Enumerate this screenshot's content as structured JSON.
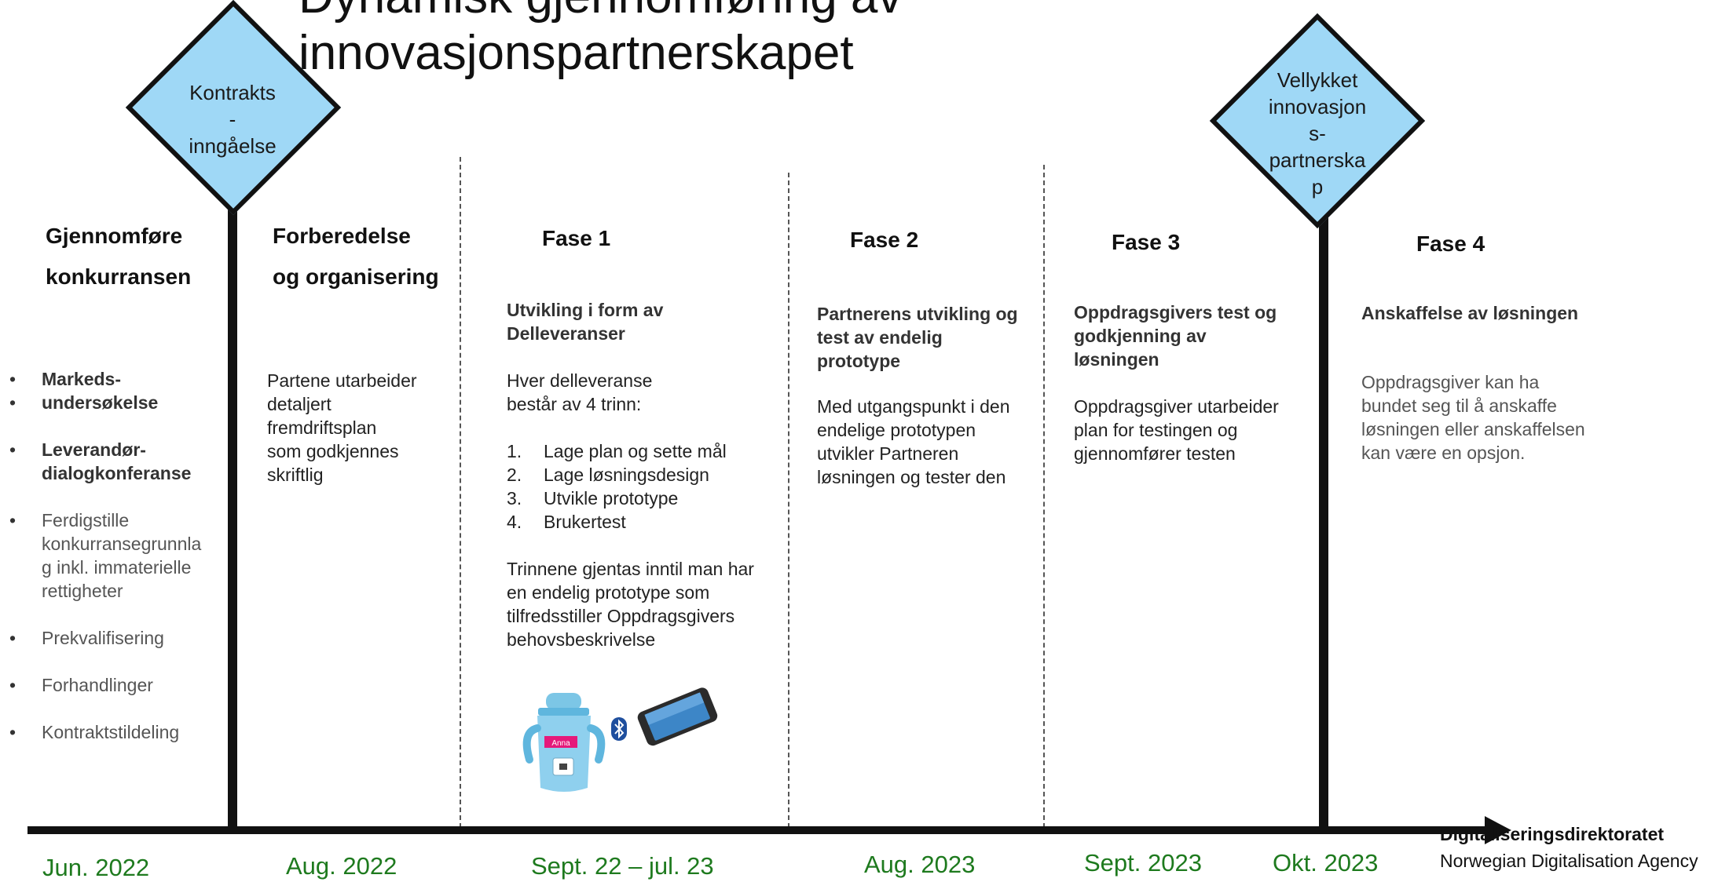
{
  "title": {
    "line1": "Dynamisk gjennomføring av",
    "line2": "innovasjonspartnerskapet"
  },
  "milestones": {
    "contract": "Kontrakts\n-\ninngåelse",
    "success": "Vellykket\ninnovasjon\ns-\npartnerska\np"
  },
  "columns": {
    "col1": {
      "title_line1": "Gjennomføre",
      "title_line2": "konkurransen",
      "bullets": [
        "Markeds-",
        "undersøkelse",
        "Leverandør-",
        "dialogkonferanse",
        "Ferdigstille",
        "konkurransegrunnla",
        "g inkl. immaterielle",
        "rettigheter",
        "Prekvalifisering",
        "Forhandlinger",
        "Kontraktstildeling"
      ]
    },
    "col2": {
      "title_line1": "Forberedelse",
      "title_line2": "og organisering",
      "text": "Partene utarbeider\ndetaljert\nfremdriftsplan\nsom godkjennes\nskriftlig"
    },
    "col3": {
      "title": "Fase 1",
      "subtitle": "Utvikling i form av\nDelleveranser",
      "intro": "Hver delleveranse\nbestår av 4 trinn:",
      "steps": [
        {
          "num": "1.",
          "text": "Lage plan og sette mål"
        },
        {
          "num": "2.",
          "text": "Lage løsningsdesign"
        },
        {
          "num": "3.",
          "text": "Utvikle prototype"
        },
        {
          "num": "4.",
          "text": "Brukertest"
        }
      ],
      "outro": "Trinnene gjentas inntil man har\nen endelig prototype som\ntilfredsstiller Oppdragsgivers\nbehovsbeskrivelse",
      "cup_label": "Anna"
    },
    "col4": {
      "title": "Fase 2",
      "subtitle": "Partnerens utvikling og\ntest av endelig\nprototype",
      "text": "Med utgangspunkt i den\nendelige prototypen\nutvikler Partneren\nløsningen og tester den"
    },
    "col5": {
      "title": "Fase 3",
      "subtitle": "Oppdragsgivers test og\ngodkjenning av\nløsningen",
      "text": "Oppdragsgiver utarbeider\nplan for testingen og\ngjennomfører testen"
    },
    "col6": {
      "title": "Fase 4",
      "subtitle": "Anskaffelse av løsningen",
      "text": "Oppdragsgiver kan ha\nbundet seg til å anskaffe\nløsningen eller anskaffelsen\nkan være  en opsjon."
    }
  },
  "dates": [
    "Jun. 2022",
    "Aug. 2022",
    "Sept. 22 – jul. 23",
    "Aug. 2023",
    "Sept. 2023",
    "Okt. 2023"
  ],
  "brand": {
    "line1": "Digitaliseringsdirektoratet",
    "line2": "Norwegian Digitalisation Agency"
  },
  "colors": {
    "diamond": "#9fd8f6",
    "dates": "#1e7a1e",
    "timeline": "#111111"
  }
}
